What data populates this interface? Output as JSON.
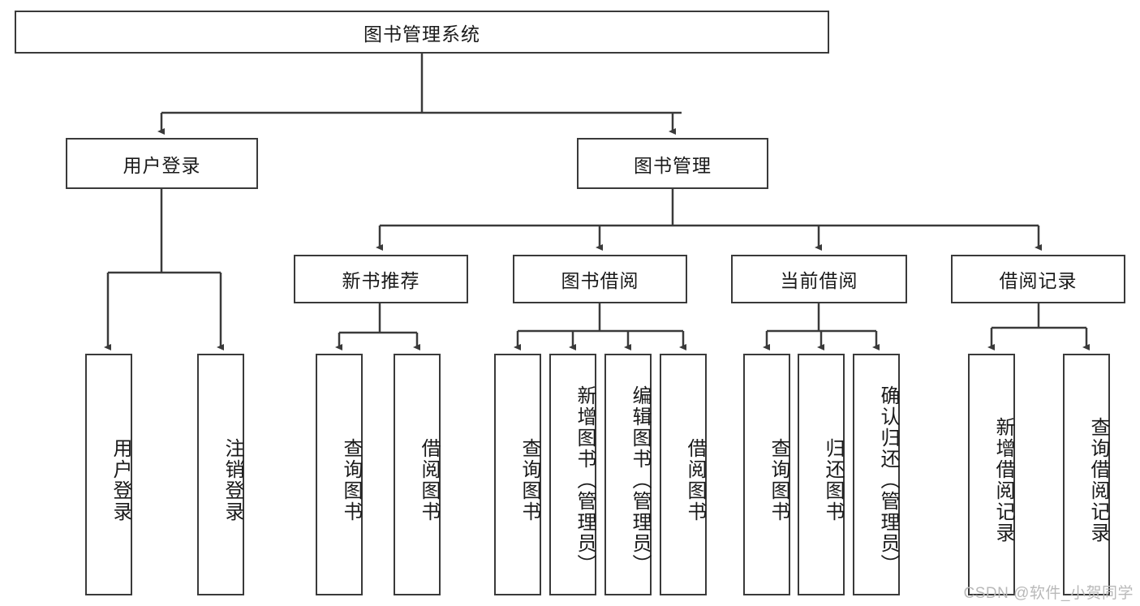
{
  "diagram": {
    "title": "图书管理系统",
    "watermark": "CSDN @软件_小贺同学",
    "level1": {
      "user_login": "用户登录",
      "book_manage": "图书管理"
    },
    "level2": {
      "new_book_recommend": "新书推荐",
      "book_borrow": "图书借阅",
      "current_borrow": "当前借阅",
      "borrow_record": "借阅记录"
    },
    "leaves": {
      "user_login_1": "用户登录",
      "user_login_2": "注销登录",
      "new_book_1": "查询图书",
      "new_book_2": "借阅图书",
      "borrow_1": "查询图书",
      "borrow_2": "新增图书（管理员）",
      "borrow_3": "编辑图书（管理员）",
      "borrow_4": "借阅图书",
      "current_1": "查询图书",
      "current_2": "归还图书",
      "current_3": "确认归还（管理员）",
      "record_1": "新增借阅记录",
      "record_2": "查询借阅记录"
    }
  }
}
